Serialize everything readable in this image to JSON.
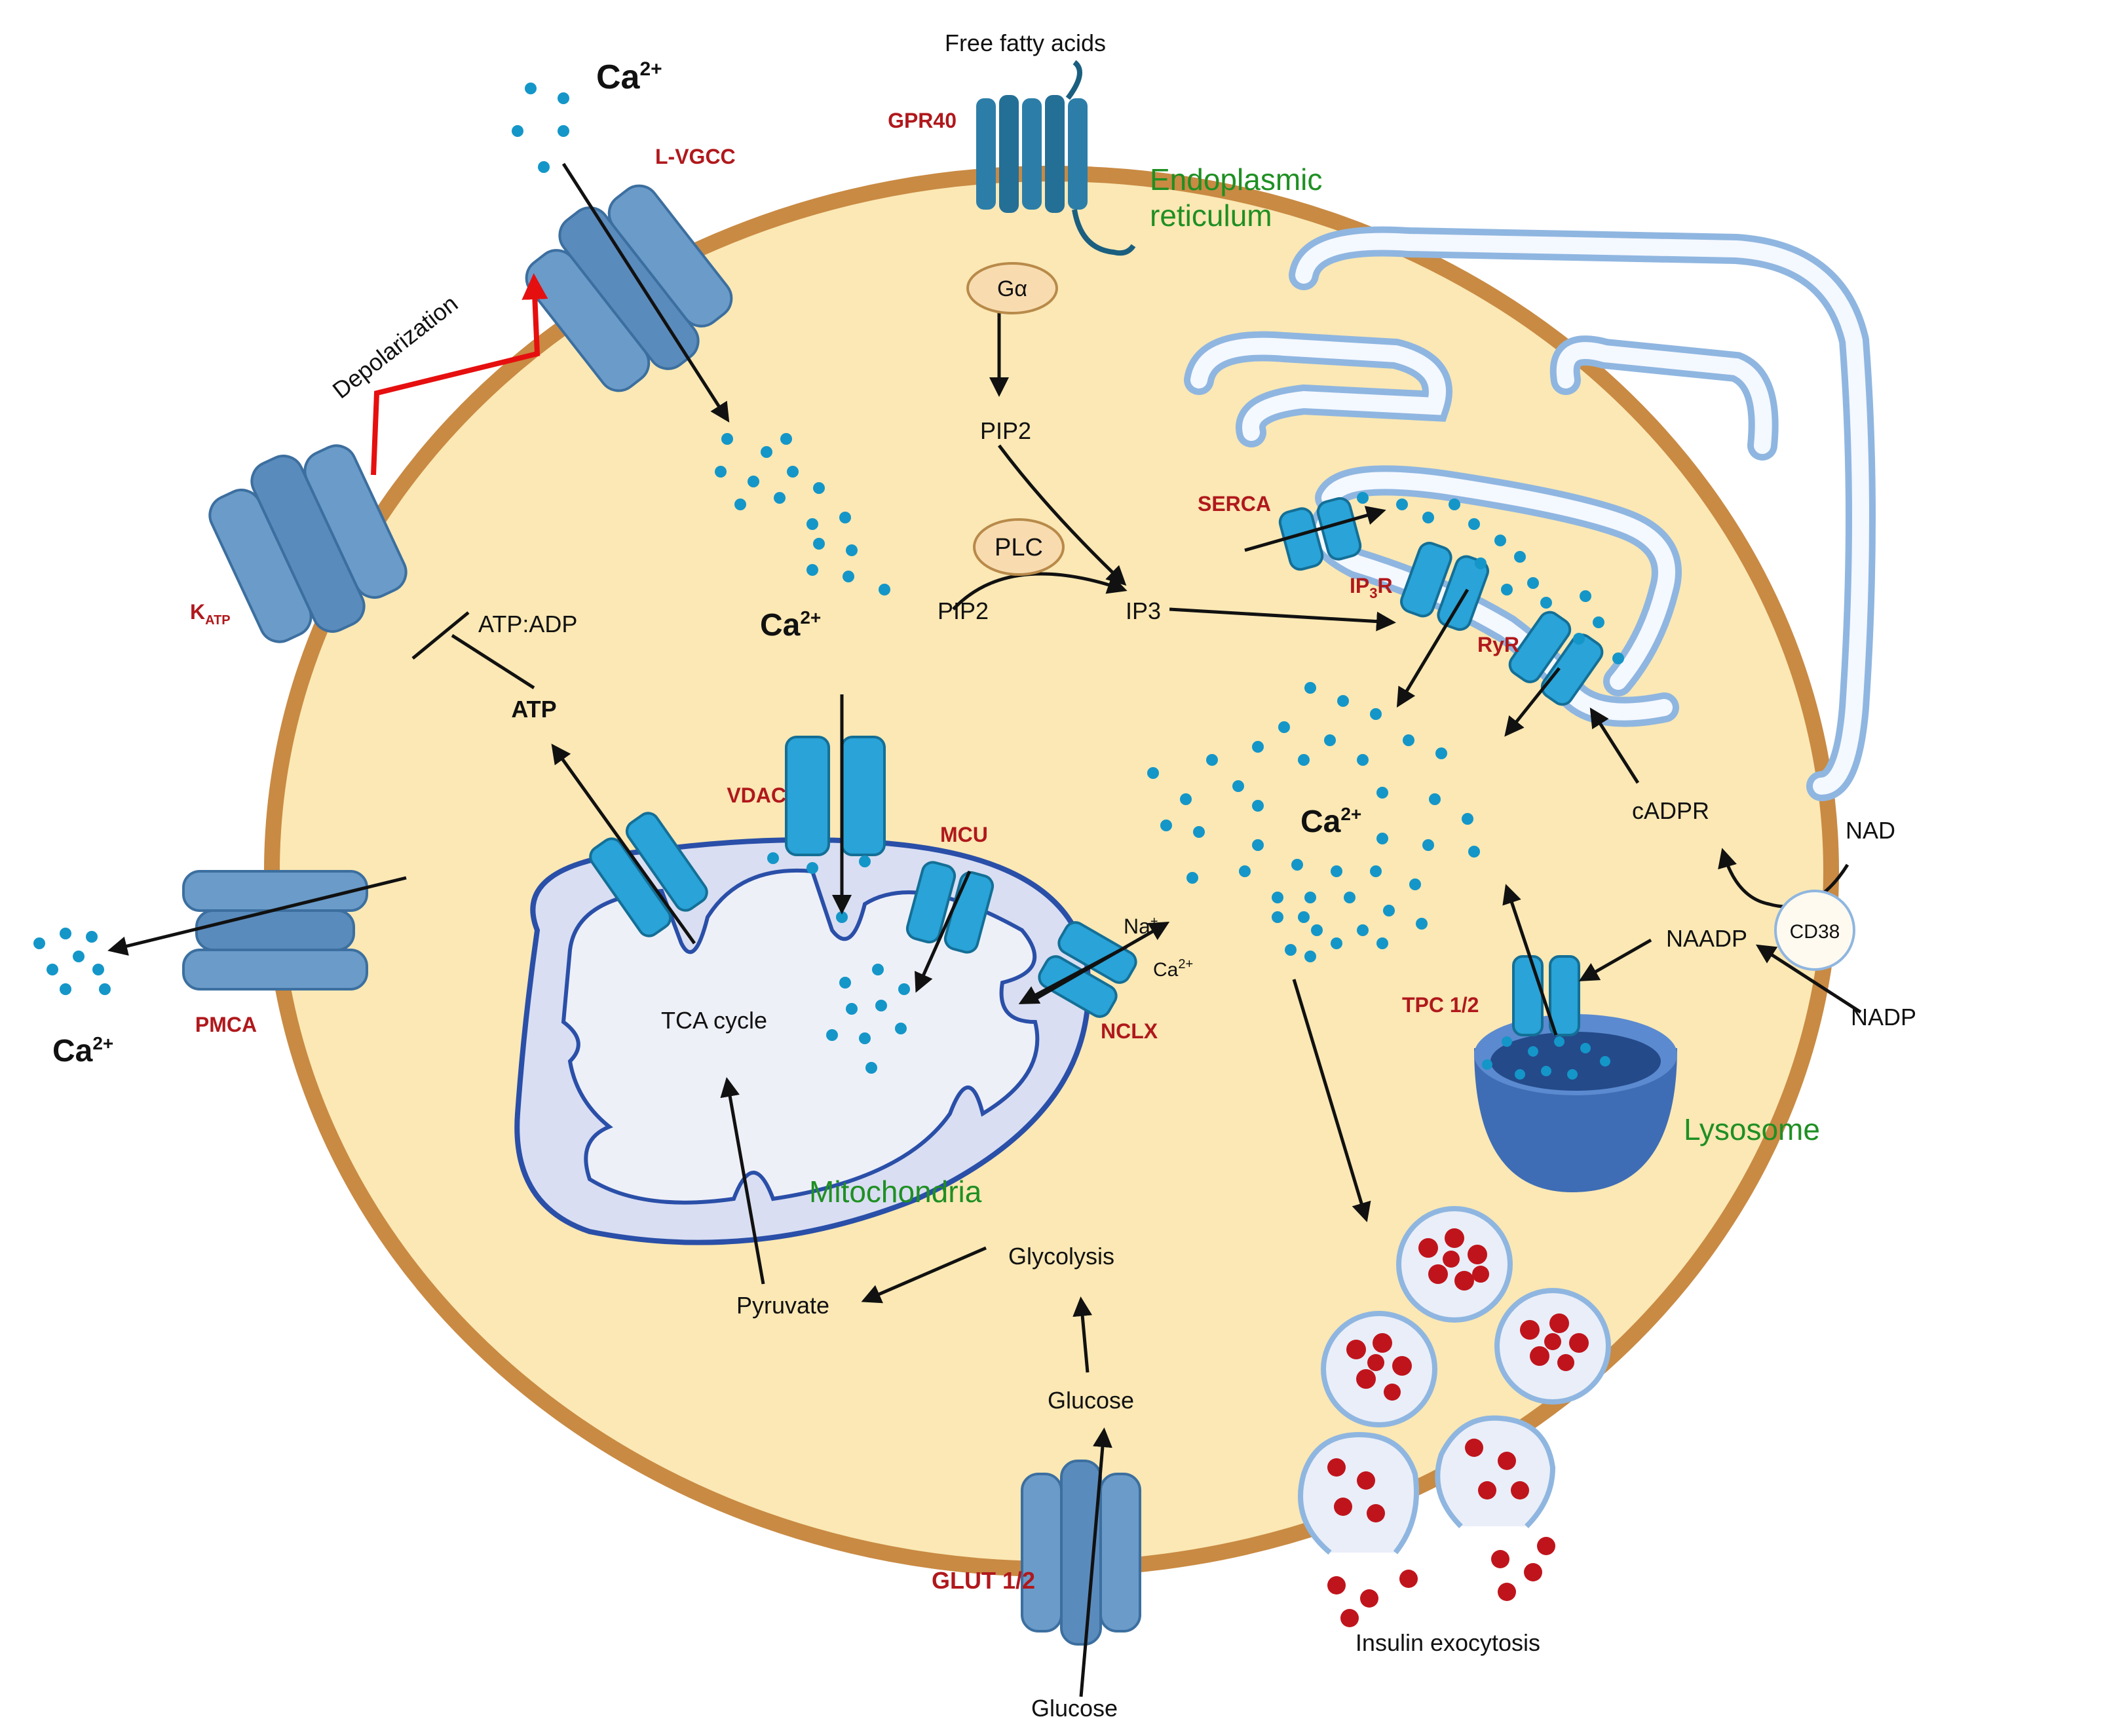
{
  "labels": {
    "ffa": "Free fatty acids",
    "ca_top": "Ca",
    "gpr40": "GPR40",
    "lvgcc": "L-VGCC",
    "er": "Endoplasmic reticulum",
    "er_line1": "Endoplasmic",
    "er_line2": "reticulum",
    "galpha": "Gα",
    "depolarization": "Depolarization",
    "pip2_a": "PIP2",
    "plc": "PLC",
    "pip2_b": "PIP2",
    "ip3": "IP3",
    "serca": "SERCA",
    "ip3r": "IP",
    "ip3r_sub": "3",
    "ip3r_end": "R",
    "ryr": "RyR",
    "katp": "K",
    "katp_sub": "ATP",
    "atpadp": "ATP:ADP",
    "atp": "ATP",
    "ca_mid": "Ca",
    "vdac": "VDAC",
    "mcu": "MCU",
    "ca_cyto": "Ca",
    "cadpr": "cADPR",
    "nad": "NAD",
    "cd38": "CD38",
    "naadp": "NAADP",
    "nadp": "NADP",
    "na": "Na",
    "na_sup": "+",
    "ca_nclx": "Ca",
    "ca_nclx_sup": "2+",
    "nclx": "NCLX",
    "tpc": "TPC 1/2",
    "lysosome": "Lysosome",
    "pmca": "PMCA",
    "ca_left": "Ca",
    "tca": "TCA cycle",
    "mito": "Mitochondria",
    "glycolysis": "Glycolysis",
    "pyruvate": "Pyruvate",
    "glucose_in": "Glucose",
    "glut": "GLUT 1/2",
    "glucose_out": "Glucose",
    "exocytosis": "Insulin exocytosis",
    "ca_sup": "2+"
  },
  "colors": {
    "cell_fill": "#fbe8b4",
    "membrane": "#c98a43",
    "channel": "#6a9bc9",
    "channel_bright": "#29a3d8",
    "ca_dot": "#1496c8",
    "er": "#8fb6e0",
    "mito_outer": "#d9def2",
    "mito_border": "#2a4fa8",
    "vesicle": "#e9eef8",
    "insulin": "#c0141c",
    "lysosome": "#3f6db5",
    "red_arrow": "#e60f0f",
    "label_red": "#b0181c",
    "label_green": "#1f8f23"
  },
  "icons": [
    "ca-ion-dot",
    "membrane-channel",
    "gpcr",
    "vesicle",
    "insulin-granule"
  ]
}
